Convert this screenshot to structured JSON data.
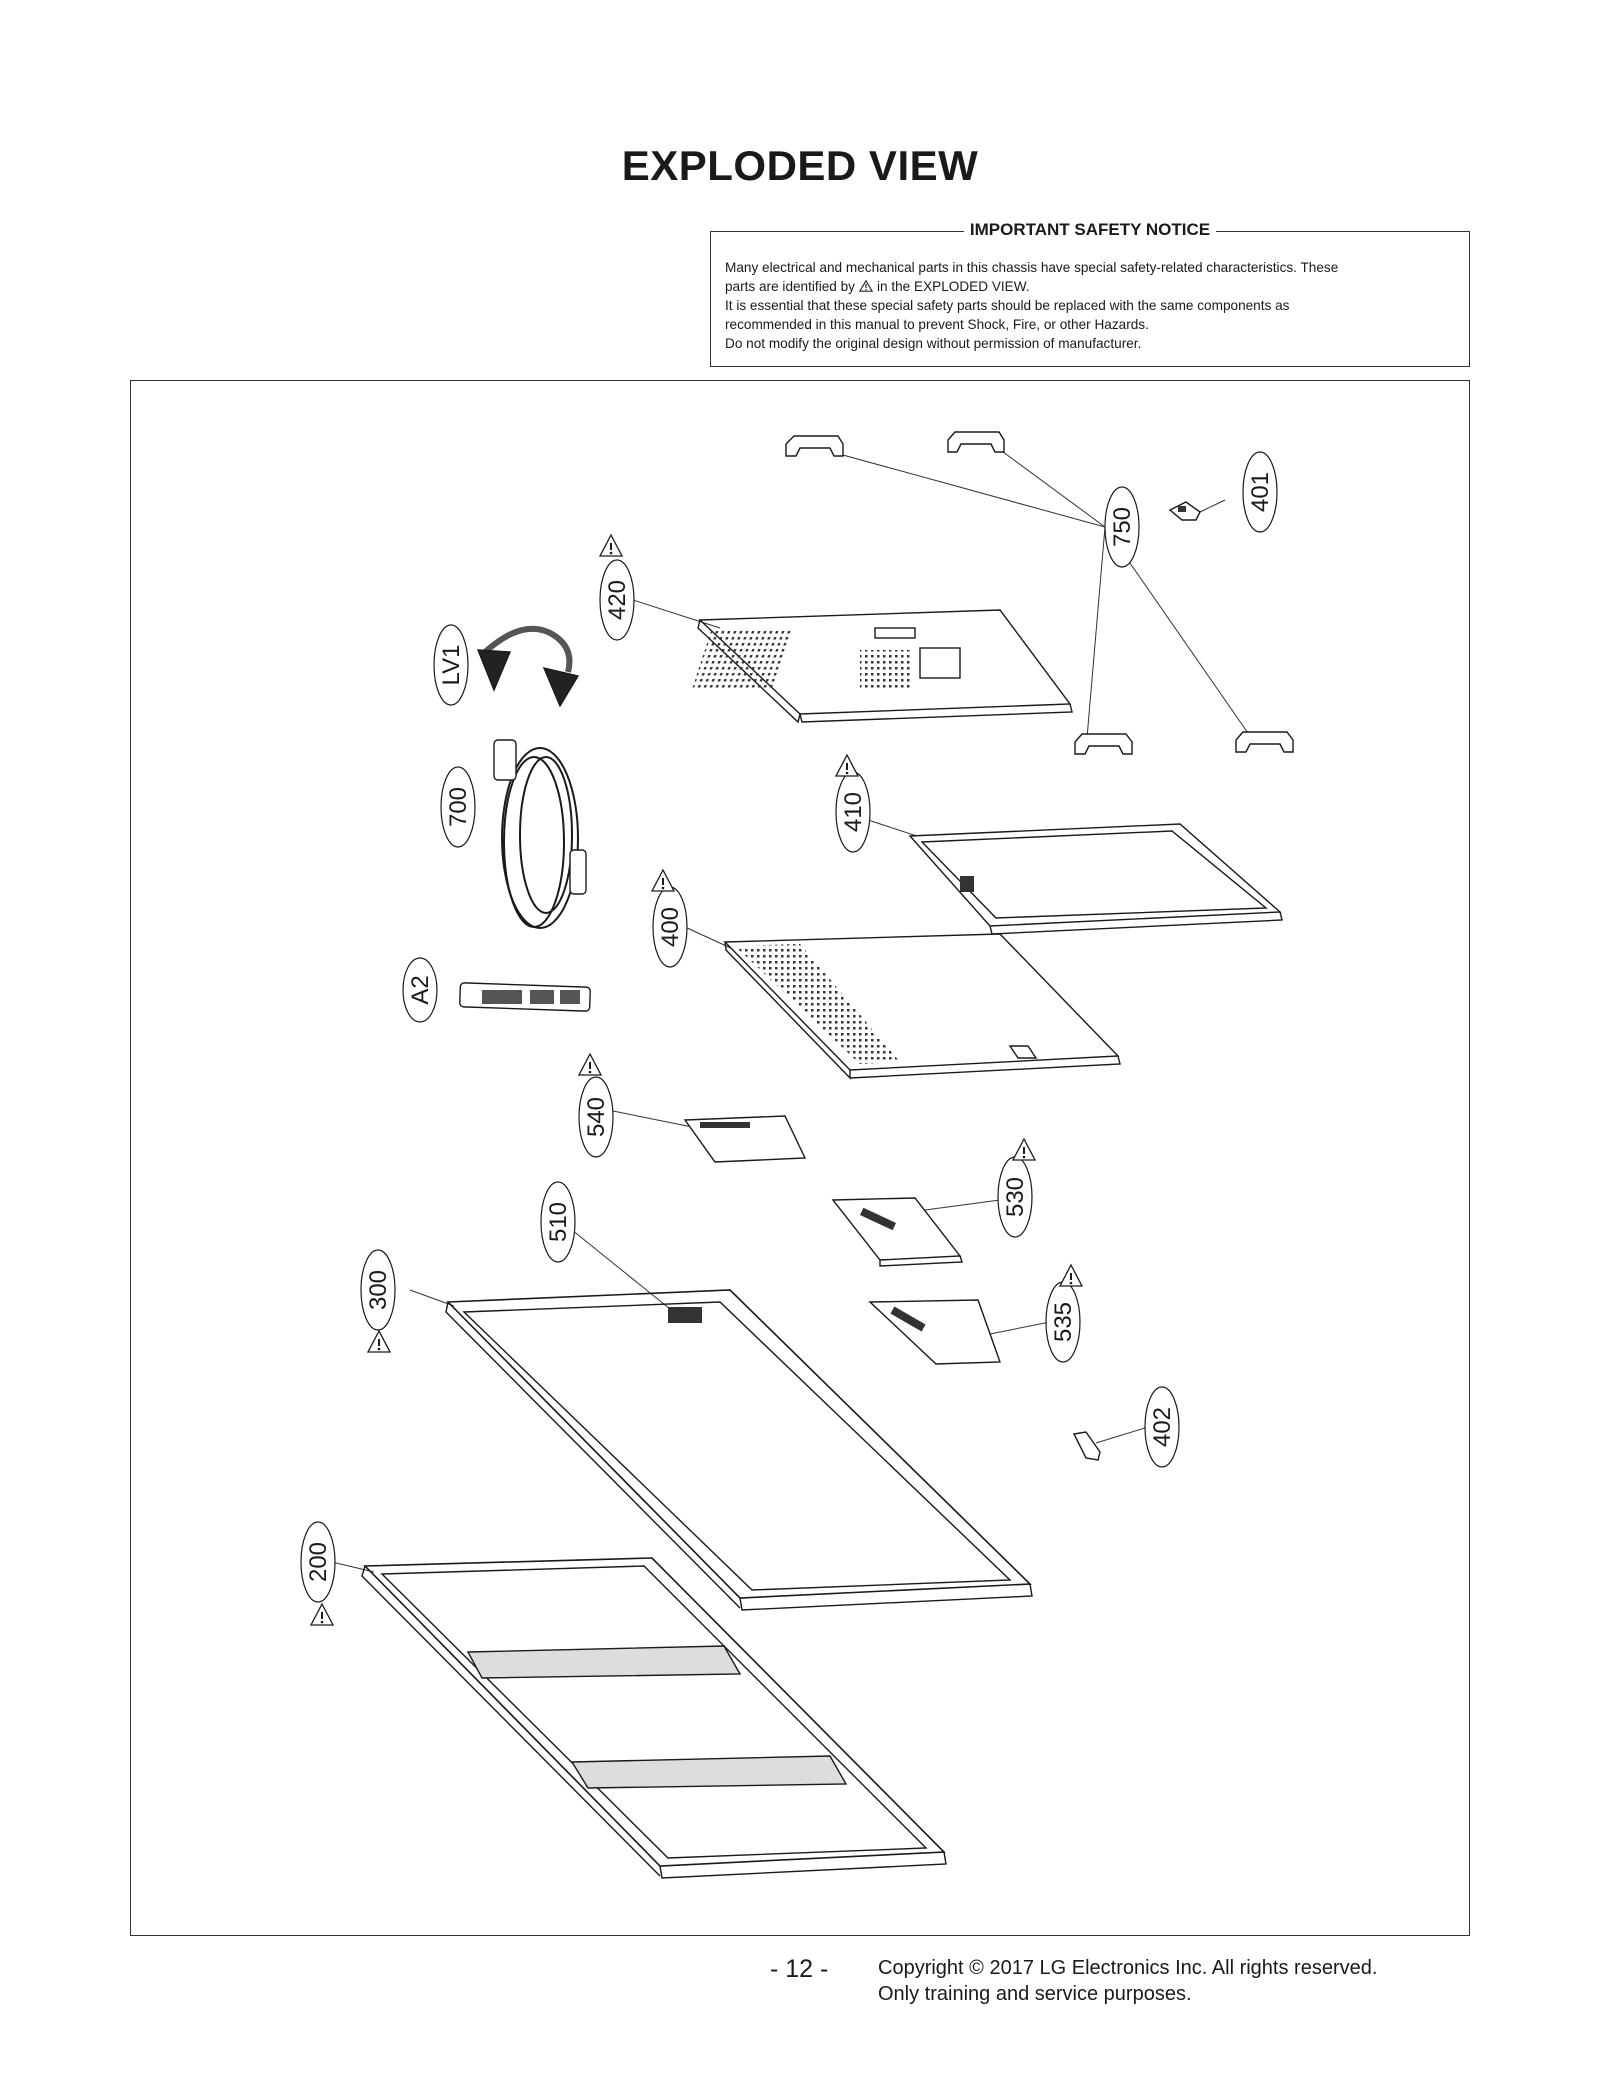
{
  "page": {
    "title": "EXPLODED VIEW",
    "page_number": "- 12 -",
    "copyright_line1": "Copyright © 2017 LG Electronics Inc. All rights reserved.",
    "copyright_line2": "Only training and service purposes."
  },
  "notice": {
    "title": "IMPORTANT SAFETY NOTICE",
    "line1": "Many electrical and mechanical parts in this chassis have special safety-related characteristics. These",
    "line2_pre": "parts are identified by",
    "line2_post": "in the EXPLODED VIEW.",
    "line3": "It is essential that these special safety parts should be replaced with the same components as",
    "line4": "recommended in this manual to prevent Shock, Fire, or other Hazards.",
    "line5": "Do not modify the original design without permission of manufacturer.",
    "icon": "warning-triangle-icon"
  },
  "callouts": {
    "c750": "750",
    "c401": "401",
    "c420": "420",
    "cLV1": "LV1",
    "c700": "700",
    "c410": "410",
    "c400": "400",
    "cA2": "A2",
    "c540": "540",
    "c530": "530",
    "c510": "510",
    "c300": "300",
    "c535": "535",
    "c402": "402",
    "c200": "200"
  }
}
